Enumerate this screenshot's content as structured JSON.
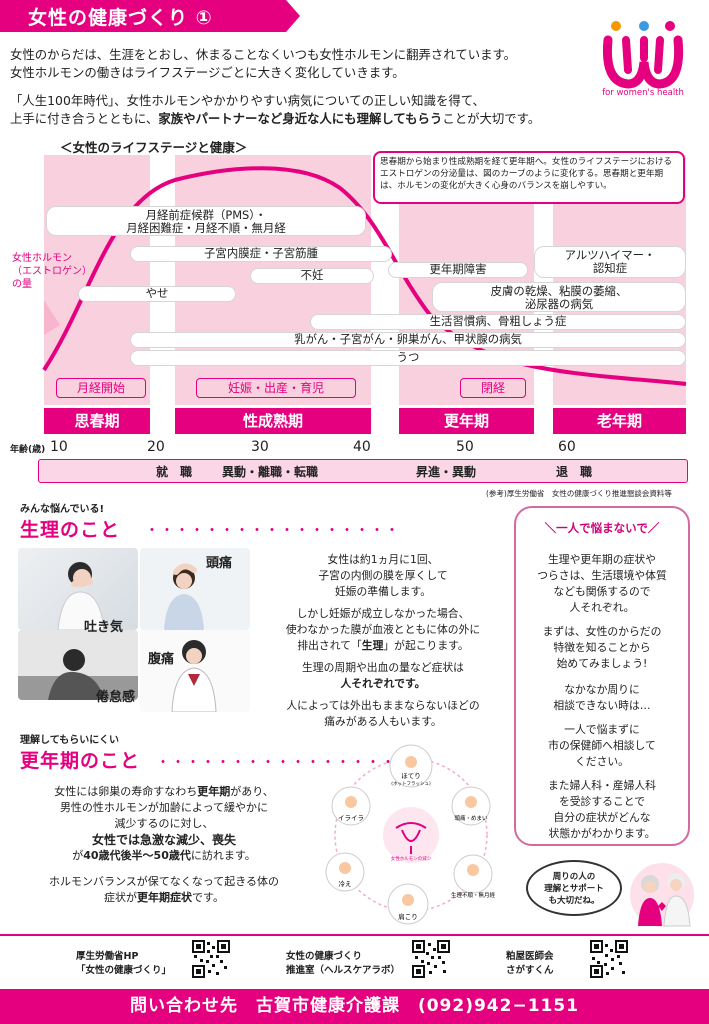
{
  "header": {
    "title": "女性の健康づくり ①",
    "logo_text": "for women's health"
  },
  "intro": {
    "line1": "女性のからだは、生涯をとおし、休まることなくいつも女性ホルモンに翻弄されています。",
    "line2": "女性ホルモンの働きはライフステージごとに大きく変化していきます。",
    "line3": "「人生100年時代」、女性ホルモンやかかりやすい病気についての正しい知識を得て、",
    "line4_a": "上手に付き合うとともに、",
    "line4_b": "家族やパートナーなど身近な人にも理解してもらう",
    "line4_c": "ことが大切です。"
  },
  "chart": {
    "heading": "＜女性のライフステージと健康＞",
    "note": "思春期から始まり性成熟期を経て更年期へ。女性のライフステージにおけるエストロゲンの分泌量は、図のカーブのように変化する。思春期と更年期は、ホルモンの変化が大きく心身のバランスを崩しやすい。",
    "hormone_label1": "女性ホルモン",
    "hormone_label2": "（エストロゲン）",
    "hormone_label3": "の量",
    "conditions": {
      "pms1": "月経前症候群（PMS）・",
      "pms2": "月経困難症・月経不順・無月経",
      "myoma": "子宮内膜症・子宮筋腫",
      "infertility": "不妊",
      "thin": "やせ",
      "menopause_disorder": "更年期障害",
      "alz1": "アルツハイマー・",
      "alz2": "認知症",
      "dry1": "皮膚の乾燥、粘膜の萎縮、",
      "dry2": "泌尿器の病気",
      "lifestyle": "生活習慣病、骨粗しょう症",
      "cancer": "乳がん・子宮がん・卵巣がん、甲状腺の病気",
      "depression": "うつ"
    },
    "events": {
      "menarche": "月経開始",
      "pregnancy": "妊娠・出産・育児",
      "menopause": "閉経"
    },
    "stages": {
      "puberty": "思春期",
      "maturity": "性成熟期",
      "climacteric": "更年期",
      "old_age": "老年期"
    },
    "age_label": "年齢(歳)",
    "ages": [
      "10",
      "20",
      "30",
      "40",
      "50",
      "60"
    ],
    "life_events": {
      "job": "就　職",
      "change": "異動・離職・転職",
      "promotion": "昇進・異動",
      "retire": "退　職"
    },
    "source": "(参考)厚生労働省　女性の健康づくり推進懇談会資料等"
  },
  "period": {
    "kicker": "みんな悩んでいる!",
    "title": "生理のこと",
    "dots": "・・・・・・・・・・・・・・・・・",
    "labels": {
      "headache": "頭痛",
      "nausea": "吐き気",
      "stomachache": "腹痛",
      "fatigue": "倦怠感"
    },
    "p1_1": "女性は約1ヵ月に1回、",
    "p1_2": "子宮の内側の膜を厚くして",
    "p1_3": "妊娠の準備します。",
    "p2_1": "しかし妊娠が成立しなかった場合、",
    "p2_2": "使わなかった膜が血液とともに体の外に",
    "p2_3a": "排出されて「",
    "p2_3b": "生理",
    "p2_3c": "」が起こります。",
    "p3_1": "生理の周期や出血の量など症状は",
    "p3_2": "人それぞれです。",
    "p4_1": "人によっては外出もままならないほどの",
    "p4_2": "痛みがある人もいます。"
  },
  "menopause_section": {
    "kicker": "理解してもらいにくい",
    "title": "更年期のこと",
    "dots": "・・・・・・・・・・・・・・・・",
    "p1_1a": "女性には卵巣の寿命すなわち",
    "p1_1b": "更年期",
    "p1_1c": "があり、",
    "p1_2": "男性の性ホルモンが加齢によって緩やかに",
    "p1_3": "減少するのに対し、",
    "p1_4": "女性では急激な減少、喪失",
    "p1_5a": "が",
    "p1_5b": "40歳代後半～50歳代",
    "p1_5c": "に訪れます。",
    "p2_1": "ホルモンバランスが保てなくなって起きる体の",
    "p2_2a": "症状が",
    "p2_2b": "更年期症状",
    "p2_2c": "です。",
    "cycle": {
      "hot": "ほてり",
      "hot_sub": "(ホットフラッシュ)",
      "irritation": "イライラ",
      "dizzy": "頭痛・めまい",
      "chill": "冷え",
      "insomnia": "生理不順・無月経",
      "shoulder": "肩こり",
      "center": "女性ホルモンの減少"
    }
  },
  "sidebox": {
    "title": "＼一人で悩まないで／",
    "p1_1": "生理や更年期の症状や",
    "p1_2": "つらさは、生活環境や体質",
    "p1_3": "なども関係するので",
    "p1_4": "人それぞれ。",
    "p2_1": "まずは、女性のからだの",
    "p2_2": "特徴を知ることから",
    "p2_3": "始めてみましょう!",
    "p3_1": "なかなか周りに",
    "p3_2": "相談できない時は…",
    "p4_1": "一人で悩まずに",
    "p4_2": "市の保健師へ相談して",
    "p4_3": "ください。",
    "p5_1": "また婦人科・産婦人科",
    "p5_2": "を受診することで",
    "p5_3": "自分の症状がどんな",
    "p5_4": "状態かがわかります。",
    "bubble1": "周りの人の",
    "bubble2": "理解とサポート",
    "bubble3": "も大切だね。"
  },
  "footer": {
    "link1_1": "厚生労働省HP",
    "link1_2": "「女性の健康づくり」",
    "link2_1": "女性の健康づくり",
    "link2_2": "推進室（ヘルスケアラボ）",
    "link3_1": "粕屋医師会",
    "link3_2": "さがすくん",
    "contact": "問い合わせ先　古賀市健康介護課　(092)942−1151"
  },
  "colors": {
    "accent": "#e4007f",
    "zone": "#f9d0de"
  }
}
